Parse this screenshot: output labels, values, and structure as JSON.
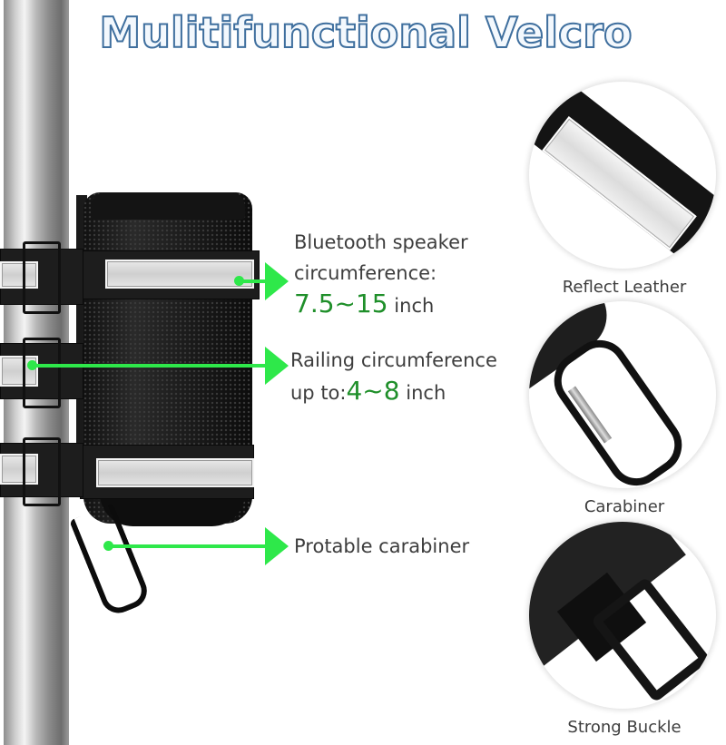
{
  "title": "Mulitifunctional Velcro",
  "callouts": [
    {
      "line1": "Bluetooth speaker",
      "line2": "circumference:",
      "value": "7.5~15",
      "unit": " inch"
    },
    {
      "line1": "Railing circumference",
      "line2_prefix": "up to:",
      "value": "4~8",
      "unit": " inch"
    },
    {
      "line1": "Protable carabiner"
    }
  ],
  "features": [
    {
      "label": "Reflect Leather",
      "icon": "reflective-strap-image"
    },
    {
      "label": "Carabiner",
      "icon": "carabiner-image"
    },
    {
      "label": "Strong Buckle",
      "icon": "buckle-image"
    }
  ],
  "colors": {
    "callout_green": "#2ee84a",
    "value_green": "#1f8f2a",
    "title_outline": "#3f6f9e",
    "text": "#3d3d3d"
  }
}
